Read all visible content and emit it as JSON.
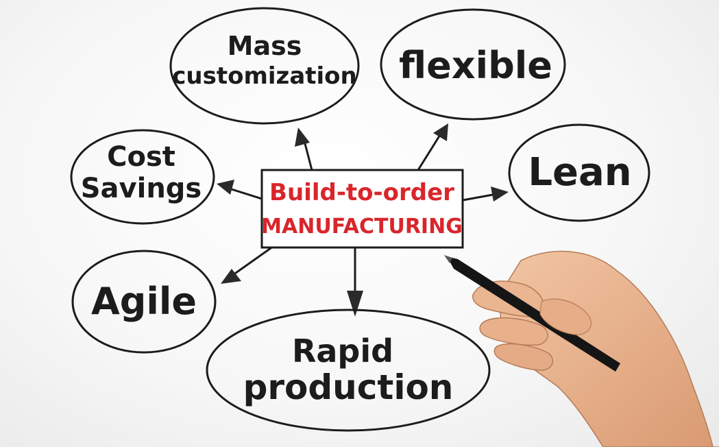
{
  "center": {
    "line1": "Build-to-order",
    "line2": "MANUFACTURING"
  },
  "nodes": {
    "mass_customization": {
      "line1": "Mass",
      "line2": "customization"
    },
    "flexible": {
      "line1": "flexible"
    },
    "cost_savings": {
      "line1": "Cost",
      "line2": "Savings"
    },
    "lean": {
      "line1": "Lean"
    },
    "agile": {
      "line1": "Agile"
    },
    "rapid_production": {
      "line1": "Rapid",
      "line2": "production"
    }
  },
  "colors": {
    "center_text": "#d9262b",
    "ink": "#1c1c1c",
    "skin": "#e9b38f",
    "pen": "#151515"
  },
  "illustration": {
    "hand": "hand-holding-pen-icon"
  }
}
